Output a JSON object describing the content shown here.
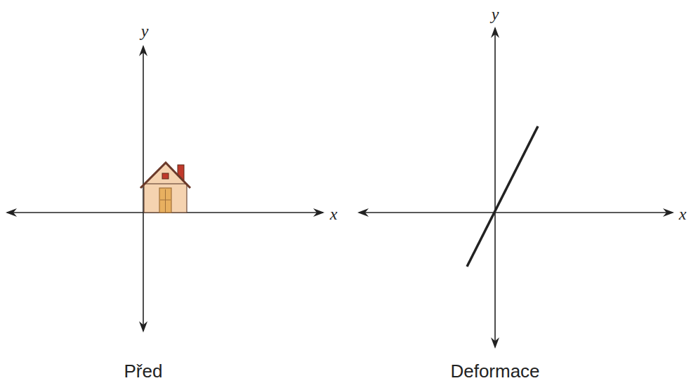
{
  "diagram": {
    "labels": [
      "y",
      "x",
      "Před",
      "y",
      "x",
      "Deformace"
    ]
  }
}
